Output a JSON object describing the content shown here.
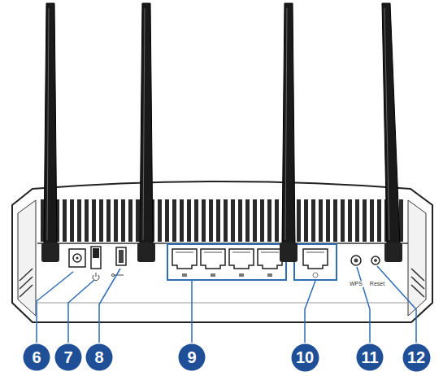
{
  "diagram": {
    "nodes": [
      {
        "text": [
          "6"
        ]
      },
      {
        "text": [
          "7"
        ]
      },
      {
        "text": [
          "8"
        ]
      },
      {
        "text": [
          "9"
        ]
      },
      {
        "text": [
          "10"
        ]
      },
      {
        "text": [
          "11"
        ]
      },
      {
        "text": [
          "12"
        ]
      }
    ],
    "labels": [
      "WPS",
      "Reset"
    ]
  }
}
